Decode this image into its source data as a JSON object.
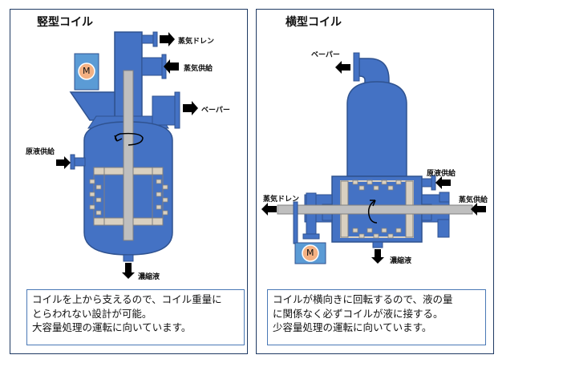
{
  "left_panel": {
    "title": "竪型コイル",
    "labels": {
      "steam_drain": "蒸気ドレン",
      "steam_supply": "蒸気供給",
      "vapor": "ベーパー",
      "feed_supply": "原液供給",
      "concentrate": "濃縮液",
      "motor": "M"
    },
    "description": [
      "コイルを上から支えるので、コイル重量に",
      "とらわれない設計が可能。",
      "大容量処理の運転に向いています。"
    ]
  },
  "right_panel": {
    "title": "横型コイル",
    "labels": {
      "vapor": "ベーパー",
      "feed_supply": "原液供給",
      "steam_drain": "蒸気ドレン",
      "steam_supply": "蒸気供給",
      "concentrate": "濃縮液",
      "motor": "M"
    },
    "description": [
      "コイルが横向きに回転するので、液の量",
      "に関係なく必ずコイルが液に接する。",
      "少容量処理の運転に向いています。"
    ]
  },
  "colors": {
    "vessel": "#4472c4",
    "vessel_stroke": "#2f528f",
    "shaft": "#bfbfbf",
    "coil": "#d9d0c0",
    "motor_box": "#5b9bd5",
    "motor_circle": "#f4b183",
    "frame": "#1f3a63"
  }
}
